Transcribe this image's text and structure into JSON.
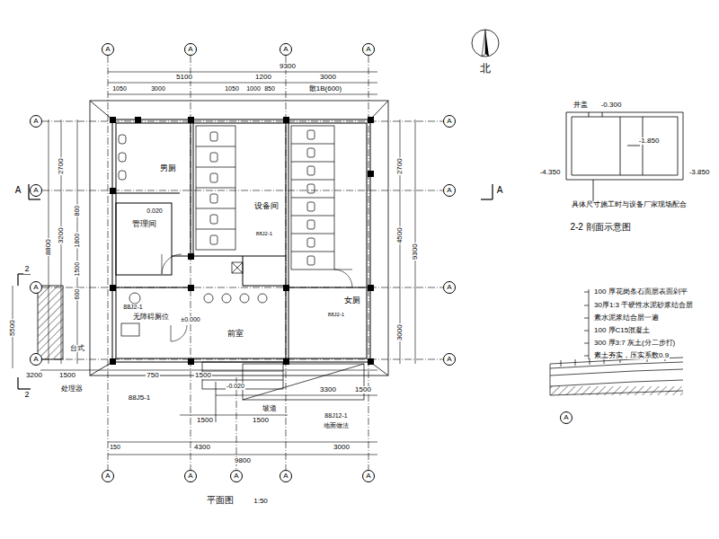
{
  "diagram": {
    "nodes": [
      {
        "text": [
          "A"
        ]
      },
      {
        "text": [
          "A"
        ]
      },
      {
        "text": [
          "A"
        ]
      },
      {
        "text": [
          "A"
        ]
      },
      {
        "text": [
          "A"
        ]
      },
      {
        "text": [
          "A"
        ]
      },
      {
        "text": [
          "A"
        ]
      },
      {
        "text": [
          "A"
        ]
      },
      {
        "text": [
          "A"
        ]
      },
      {
        "text": [
          "A"
        ]
      },
      {
        "text": [
          "A"
        ]
      },
      {
        "text": [
          "A"
        ]
      },
      {
        "text": [
          "A"
        ]
      },
      {
        "text": [
          "A"
        ]
      },
      {
        "text": [
          "A"
        ]
      },
      {
        "text": [
          "A"
        ]
      },
      {
        "text": [
          "A"
        ]
      },
      {
        "text": [
          "A"
        ]
      }
    ],
    "labels": [
      "9300",
      "5100",
      "1200",
      "3000",
      "1050",
      "3000",
      "1050",
      "1000",
      "850",
      "散1B(600)",
      "2700",
      "8800",
      "3200",
      "800",
      "1800",
      "1500",
      "600",
      "5500",
      "2700",
      "4500",
      "3000",
      "9300",
      "1500",
      "750",
      "1500",
      "3300",
      "1500",
      "1500",
      "1500",
      "150",
      "4300",
      "3000",
      "9800",
      "3200",
      "男厕",
      "女厕",
      "0.020",
      "管理间",
      "设备间",
      "前室",
      "88J2-1",
      "无障碍厕位",
      "±0.000",
      "台式",
      "处理器",
      "-0.020",
      "坡道",
      "88J2-1",
      "88J2-1",
      "88J5-1",
      "88J12-1",
      "地面做法",
      "平面图",
      "1:50",
      "北",
      "2-2 剖面示意图",
      "井盖",
      "-0.300",
      "-1.850",
      "-4.350",
      "-3.850",
      "具体尺寸施工时与设备厂家现场配合",
      "100 厚花岗条石面层表面剁平",
      "30厚1:3 干硬性水泥砂浆结合层",
      "素水泥浆结合层一遍",
      "100 厚C15混凝土",
      "300 厚3:7 灰土(分二步打)",
      "素土夯实，压实系数0.9",
      "2",
      "2",
      "A",
      "A"
    ]
  }
}
